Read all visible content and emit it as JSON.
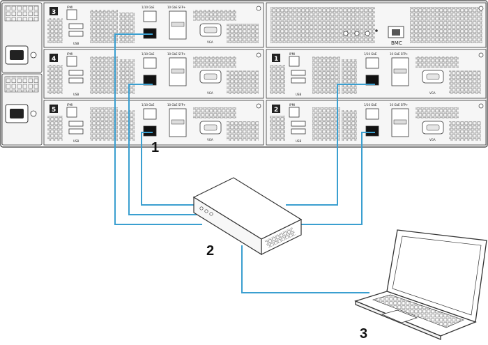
{
  "labels": {
    "callout_1": "1",
    "callout_2": "2",
    "callout_3": "3"
  },
  "chassis": {
    "bmc_label": "BMC",
    "nodes": [
      {
        "number": "3",
        "ipmi": "IPMI",
        "usb": "USB",
        "vga": "VGA",
        "ports_label": "1/10 GbE",
        "sfp_label": "10 GbE SFP+"
      },
      {
        "number": "4",
        "ipmi": "IPMI",
        "usb": "USB",
        "vga": "VGA",
        "ports_label": "1/10 GbE",
        "sfp_label": "10 GbE SFP+"
      },
      {
        "number": "5",
        "ipmi": "IPMI",
        "usb": "USB",
        "vga": "VGA",
        "ports_label": "1/10 GbE",
        "sfp_label": "10 GbE SFP+"
      },
      {
        "number": "1",
        "ipmi": "IPMI",
        "usb": "USB",
        "vga": "VGA",
        "ports_label": "1/10 GbE",
        "sfp_label": "10 GbE SFP+"
      },
      {
        "number": "2",
        "ipmi": "IPMI",
        "usb": "USB",
        "vga": "VGA",
        "ports_label": "1/10 GbE",
        "sfp_label": "10 GbE SFP+"
      }
    ]
  },
  "colors": {
    "cable": "#3a9fd0",
    "outline": "#333333",
    "panel_fill": "#f4f4f4",
    "port_black": "#111111"
  }
}
